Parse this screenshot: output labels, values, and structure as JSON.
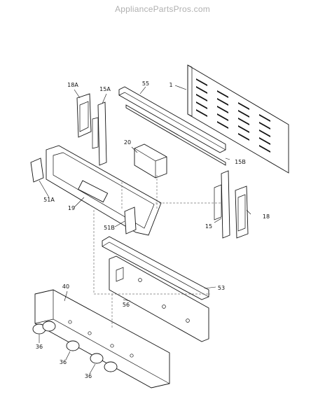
{
  "watermark": "AppliancePartsPros.com",
  "callouts": [
    "1",
    "55",
    "18A",
    "15A",
    "20",
    "15B",
    "51A",
    "19",
    "51B",
    "15",
    "18",
    "53",
    "56",
    "40",
    "36",
    "36",
    "36"
  ]
}
